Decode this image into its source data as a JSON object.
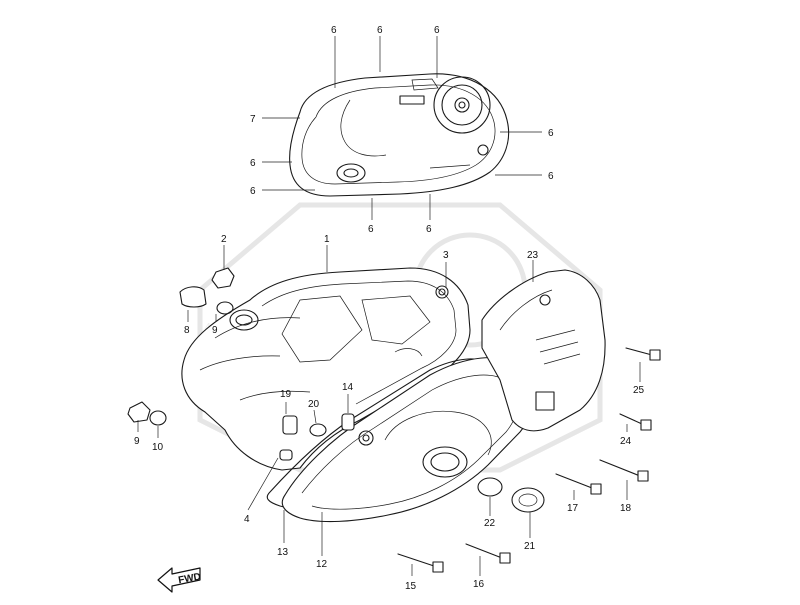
{
  "diagram": {
    "callouts": [
      {
        "label": "6"
      },
      {
        "label": "6"
      },
      {
        "label": "6"
      },
      {
        "label": "7"
      },
      {
        "label": "6"
      },
      {
        "label": "6"
      },
      {
        "label": "6"
      },
      {
        "label": "6"
      },
      {
        "label": "6"
      },
      {
        "label": "6"
      },
      {
        "label": "2"
      },
      {
        "label": "1"
      },
      {
        "label": "3"
      },
      {
        "label": "23"
      },
      {
        "label": "8"
      },
      {
        "label": "9"
      },
      {
        "label": "25"
      },
      {
        "label": "19"
      },
      {
        "label": "20"
      },
      {
        "label": "14"
      },
      {
        "label": "9"
      },
      {
        "label": "10"
      },
      {
        "label": "24"
      },
      {
        "label": "4"
      },
      {
        "label": "17"
      },
      {
        "label": "18"
      },
      {
        "label": "22"
      },
      {
        "label": "13"
      },
      {
        "label": "12"
      },
      {
        "label": "21"
      },
      {
        "label": "15"
      },
      {
        "label": "16"
      }
    ],
    "fwd_label": "FWD"
  }
}
